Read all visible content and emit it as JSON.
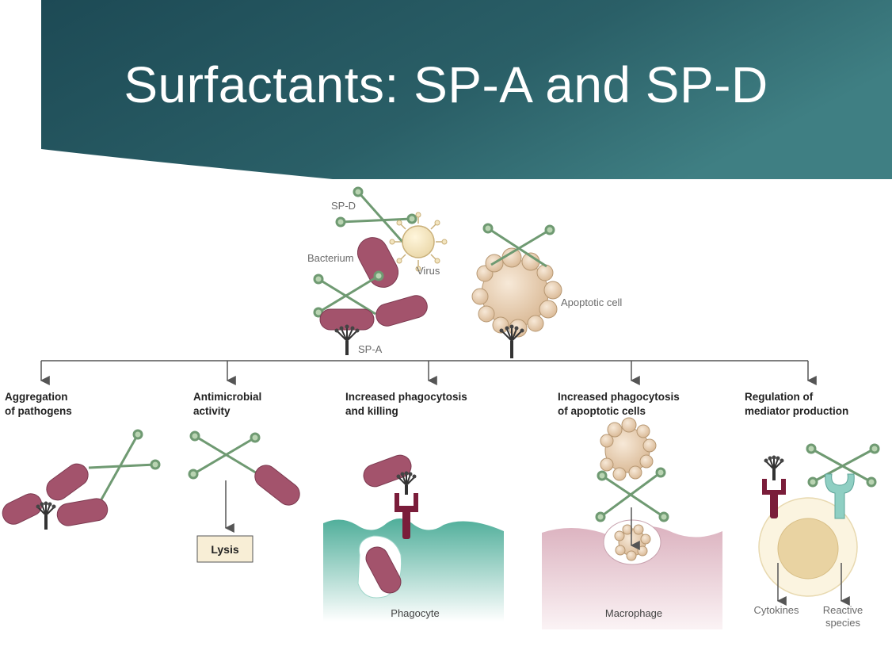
{
  "slide": {
    "title": "Surfactants: SP-A and SP-D"
  },
  "colors": {
    "banner_dark": "#1d4b55",
    "banner_light": "#3f7f83",
    "bacterium": "#a3536c",
    "collectin": "#6f9a72",
    "cell": "#e7cfb3",
    "phagocyte": "#5fb9a6",
    "macrophage": "#e7c7d0",
    "receptor": "#7a1d3a",
    "receptor_teal": "#8fcfc3"
  },
  "top_labels": {
    "sp_d": "SP-D",
    "bacterium": "Bacterium",
    "virus": "Virus",
    "apoptotic_cell": "Apoptotic cell",
    "sp_a": "SP-A"
  },
  "functions": [
    {
      "line1": "Aggregation",
      "line2": "of pathogens"
    },
    {
      "line1": "Antimicrobial",
      "line2": "activity"
    },
    {
      "line1": "Increased phagocytosis",
      "line2": "and killing"
    },
    {
      "line1": "Increased phagocytosis",
      "line2": "of apoptotic cells"
    },
    {
      "line1": "Regulation of",
      "line2": "mediator production"
    }
  ],
  "panel_labels": {
    "lysis": "Lysis",
    "phagocyte": "Phagocyte",
    "macrophage": "Macrophage",
    "cytokines": "Cytokines",
    "reactive_1": "Reactive",
    "reactive_2": "species"
  }
}
